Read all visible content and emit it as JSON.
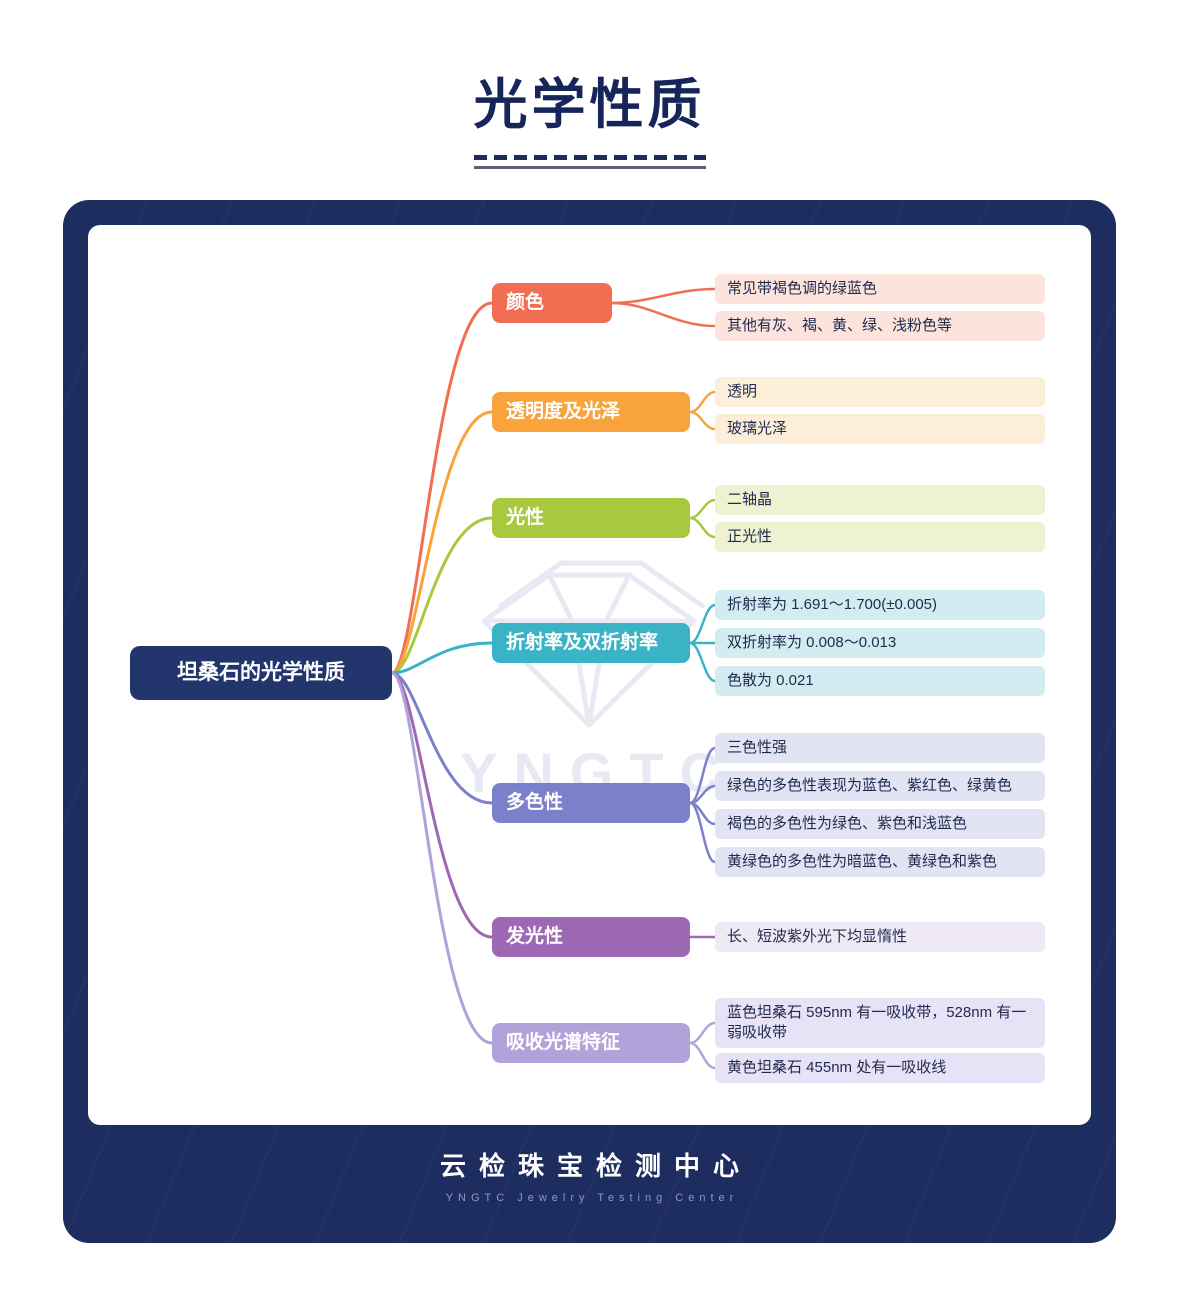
{
  "page": {
    "title": "光学性质",
    "watermark": "YNGTC",
    "footer": {
      "cn": "云检珠宝检测中心",
      "en": "YNGTC Jewelry Testing Center"
    },
    "colors": {
      "title": "#17265a",
      "frame": "#1e2d5f",
      "canvas": "#ffffff"
    }
  },
  "mindmap": {
    "root": {
      "label": "坦桑石的光学性质",
      "color": "#22356d",
      "text_color": "#ffffff"
    },
    "branches": [
      {
        "label": "颜色",
        "color": "#f26e52",
        "child_bg": "#fce3dc",
        "children": [
          {
            "text": "常见带褐色调的绿蓝色"
          },
          {
            "text": "其他有灰、褐、黄、绿、浅粉色等"
          }
        ]
      },
      {
        "label": "透明度及光泽",
        "color": "#f9a33d",
        "child_bg": "#fdeeda",
        "children": [
          {
            "text": "透明"
          },
          {
            "text": "玻璃光泽"
          }
        ]
      },
      {
        "label": "光性",
        "color": "#a8c83e",
        "child_bg": "#eef2d3",
        "children": [
          {
            "text": "二轴晶"
          },
          {
            "text": "正光性"
          }
        ]
      },
      {
        "label": "折射率及双折射率",
        "color": "#39b3c5",
        "child_bg": "#d3ecf1",
        "children": [
          {
            "text": "折射率为 1.691～1.700(±0.005)"
          },
          {
            "text": "双折射率为 0.008～0.013"
          },
          {
            "text": "色散为 0.021"
          }
        ]
      },
      {
        "label": "多色性",
        "color": "#7b80ca",
        "child_bg": "#e3e4f3",
        "children": [
          {
            "text": "三色性强"
          },
          {
            "text": "绿色的多色性表现为蓝色、紫红色、绿黄色"
          },
          {
            "text": "褐色的多色性为绿色、紫色和浅蓝色"
          },
          {
            "text": "黄绿色的多色性为暗蓝色、黄绿色和紫色"
          }
        ]
      },
      {
        "label": "发光性",
        "color": "#9d68b4",
        "child_bg": "#efe9f4",
        "children": [
          {
            "text": "长、短波紫外光下均显惰性"
          }
        ]
      },
      {
        "label": "吸收光谱特征",
        "color": "#b1a3d9",
        "child_bg": "#e7e2f6",
        "children": [
          {
            "text": "蓝色坦桑石 595nm 有一吸收带，528nm 有一弱吸收带"
          },
          {
            "text": "黄色坦桑石 455nm 处有一吸收线"
          }
        ]
      }
    ]
  }
}
